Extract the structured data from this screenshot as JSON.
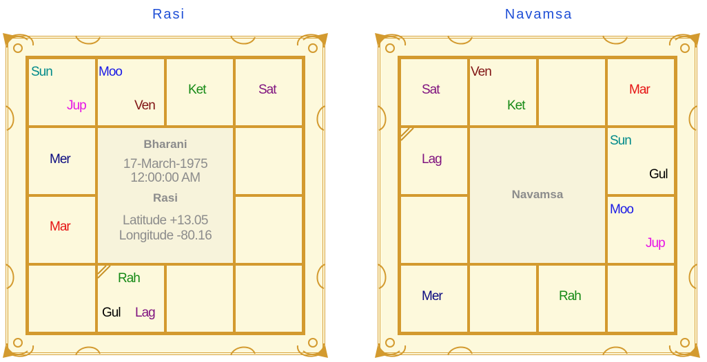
{
  "colors": {
    "title": "#1f4fd6",
    "frame": "#d39a2f",
    "background": "#fdf9dc",
    "center_text": "#8c8c8c",
    "sun": "#008a8a",
    "moon": "#1a1ae6",
    "mars": "#e61414",
    "mercury": "#0a0a80",
    "jupiter": "#e614e6",
    "venus": "#801414",
    "saturn": "#801480",
    "rahu": "#168a16",
    "ketu": "#168a16",
    "gulika": "#000000",
    "lagna": "#801480"
  },
  "rasi": {
    "title": "Rasi",
    "center": {
      "nakshatra": "Bharani",
      "date": "17-March-1975",
      "time": "12:00:00 AM",
      "chart_name": "Rasi",
      "latitude": "Latitude +13.05",
      "longitude": "Longitude -80.16"
    },
    "planets": {
      "sun": "Sun",
      "jup": "Jup",
      "moo": "Moo",
      "ven": "Ven",
      "ket": "Ket",
      "sat": "Sat",
      "mer": "Mer",
      "mar": "Mar",
      "rah": "Rah",
      "gul": "Gul",
      "lag": "Lag"
    }
  },
  "navamsa": {
    "title": "Navamsa",
    "center_label": "Navamsa",
    "planets": {
      "sat": "Sat",
      "ven": "Ven",
      "ket": "Ket",
      "mar": "Mar",
      "lag": "Lag",
      "sun": "Sun",
      "gul": "Gul",
      "moo": "Moo",
      "jup": "Jup",
      "mer": "Mer",
      "rah": "Rah"
    }
  }
}
